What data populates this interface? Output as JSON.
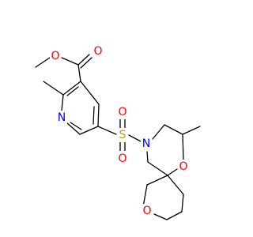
{
  "molecule": {
    "atoms": {
      "ester_o_methyl": {
        "symbol": "O",
        "color": "#ff0000"
      },
      "ester_o_carbonyl": {
        "symbol": "O",
        "color": "#ff0000"
      },
      "pyridine_n": {
        "symbol": "N",
        "color": "#0000ff"
      },
      "sulfur": {
        "symbol": "S",
        "color": "#b8a200"
      },
      "sulfonyl_o_top": {
        "symbol": "O",
        "color": "#ff0000"
      },
      "sulfonyl_o_bottom": {
        "symbol": "O",
        "color": "#ff0000"
      },
      "ring_n": {
        "symbol": "N",
        "color": "#0000ff"
      },
      "ring_o_morpholine": {
        "symbol": "O",
        "color": "#ff0000"
      },
      "ring_o_oxane": {
        "symbol": "O",
        "color": "#ff0000"
      }
    },
    "colors": {
      "bond": "#000000",
      "background": "#ffffff"
    }
  }
}
